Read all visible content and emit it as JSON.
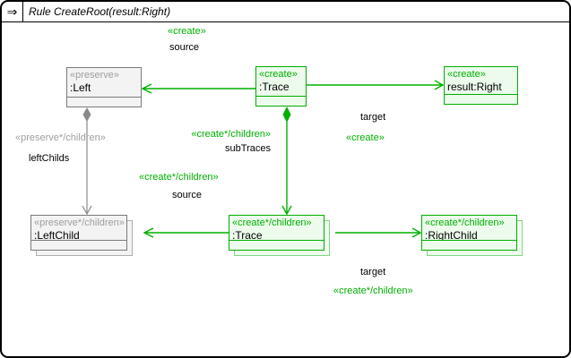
{
  "window": {
    "icon": "⇒",
    "title": "Rule CreateRoot(result:Right)"
  },
  "colors": {
    "create_green": "#00af00",
    "create_fill": "#edfbed",
    "create_shadow_border": "#7fd97f",
    "preserve_gray": "#7a7a7a",
    "preserve_fill": "#f3f3f3",
    "preserve_text": "#9e9e9e",
    "black": "#000000",
    "background": "#ffffff"
  },
  "nodes": [
    {
      "stereotype": "«preserve»",
      "name": ":Left",
      "kind": "preserve",
      "multi": false
    },
    {
      "stereotype": "«create»",
      "name": ":Trace",
      "kind": "create",
      "multi": false
    },
    {
      "stereotype": "«create»",
      "name": "result:Right",
      "kind": "create",
      "multi": false
    },
    {
      "stereotype": "«preserve*/children»",
      "name": ":LeftChild",
      "kind": "preserve",
      "multi": true
    },
    {
      "stereotype": "«create*/children»",
      "name": ":Trace",
      "kind": "create",
      "multi": true
    },
    {
      "stereotype": "«create*/children»",
      "name": ":RightChild",
      "kind": "create",
      "multi": true
    }
  ],
  "edges": [
    {
      "stereotype": "«create»",
      "label": "source",
      "kind": "create",
      "from": "trace-top",
      "to": "left"
    },
    {
      "stereotype": "«create»",
      "label": "target",
      "kind": "create",
      "from": "trace-top",
      "to": "result-right"
    },
    {
      "stereotype": "«preserve*/children»",
      "label": "leftChilds",
      "kind": "preserve",
      "from": "left",
      "to": "left-child"
    },
    {
      "stereotype": "«create*/children»",
      "label": "subTraces",
      "kind": "create",
      "from": "trace-top",
      "to": "trace-bottom"
    },
    {
      "stereotype": "«create*/children»",
      "label": "source",
      "kind": "create",
      "from": "trace-bottom",
      "to": "left-child"
    },
    {
      "stereotype": "«create*/children»",
      "label": "target",
      "kind": "create",
      "from": "trace-bottom",
      "to": "right-child"
    }
  ]
}
